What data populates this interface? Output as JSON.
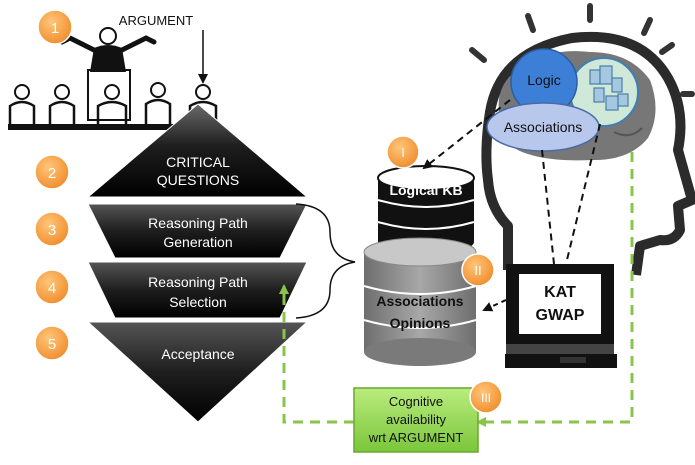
{
  "argument_label": "ARGUMENT",
  "steps": [
    {
      "num": "1"
    },
    {
      "num": "2",
      "label_lines": [
        "CRITICAL",
        "QUESTIONS"
      ]
    },
    {
      "num": "3",
      "label_lines": [
        "Reasoning Path",
        "Generation"
      ]
    },
    {
      "num": "4",
      "label_lines": [
        "Reasoning Path",
        "Selection"
      ]
    },
    {
      "num": "5",
      "label_lines": [
        "Acceptance"
      ]
    }
  ],
  "roman": {
    "i": "I",
    "ii": "II",
    "iii": "III"
  },
  "databases": {
    "logical": "Logical KB",
    "associations": [
      "Associations",
      "Opinions"
    ]
  },
  "brain": {
    "logic": "Logic",
    "associations": "Associations"
  },
  "monitor": [
    "KAT",
    "GWAP"
  ],
  "cognitive": [
    "Cognitive",
    "availability",
    "wrt ARGUMENT"
  ],
  "colors": {
    "orange": "#f39a3c",
    "black_funnel": "#1f1f1f",
    "green": "#8fd34a",
    "green_dash": "#8ac44a",
    "logic_blue": "#3d7fd6",
    "assoc_blue": "#b7c8ec",
    "db_gray": "#8c8c8c"
  }
}
